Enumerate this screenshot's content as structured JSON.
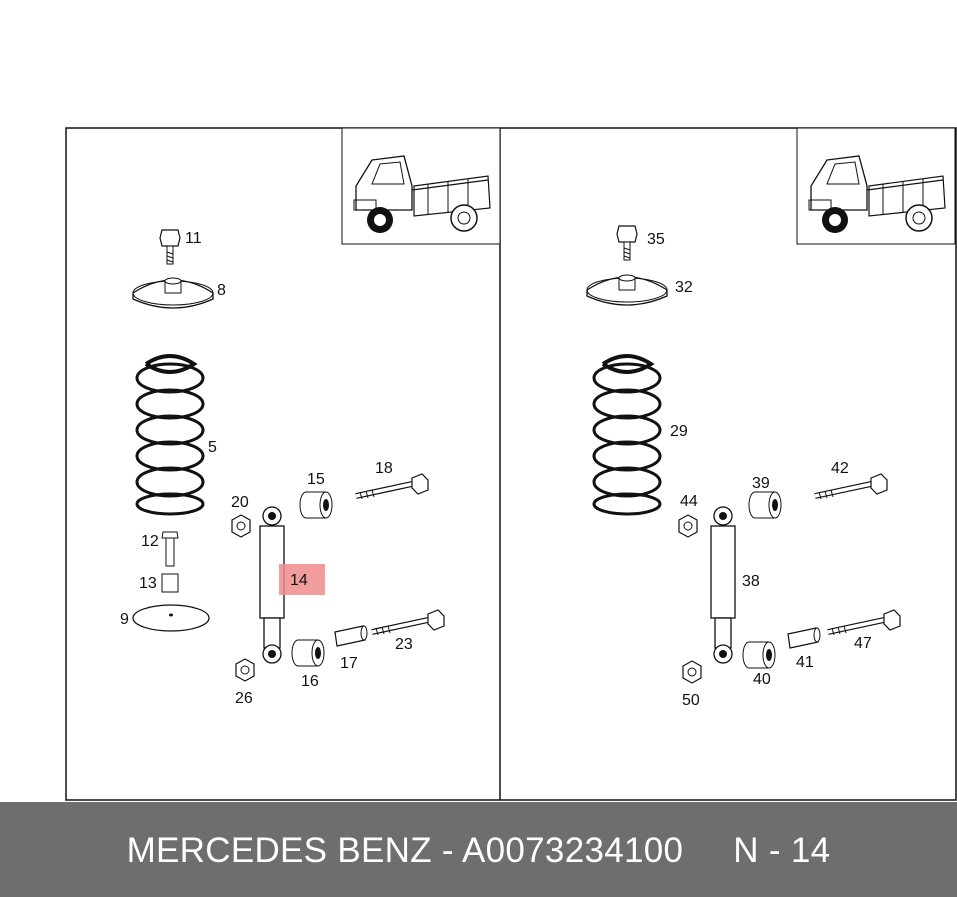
{
  "labels": {
    "p11": "11",
    "p8": "8",
    "p5": "5",
    "p20": "20",
    "p15": "15",
    "p18": "18",
    "p12": "12",
    "p13": "13",
    "p9": "9",
    "p14": "14",
    "p26": "26",
    "p16": "16",
    "p17": "17",
    "p23": "23",
    "p35": "35",
    "p32": "32",
    "p29": "29",
    "p44": "44",
    "p39": "39",
    "p42": "42",
    "p38": "38",
    "p50": "50",
    "p40": "40",
    "p41": "41",
    "p47": "47"
  },
  "highlight_color": "#f08c8c",
  "footer": {
    "brand": "MERCEDES BENZ",
    "separator": " - ",
    "part_number": "A0073234100",
    "position": "N - 14"
  }
}
